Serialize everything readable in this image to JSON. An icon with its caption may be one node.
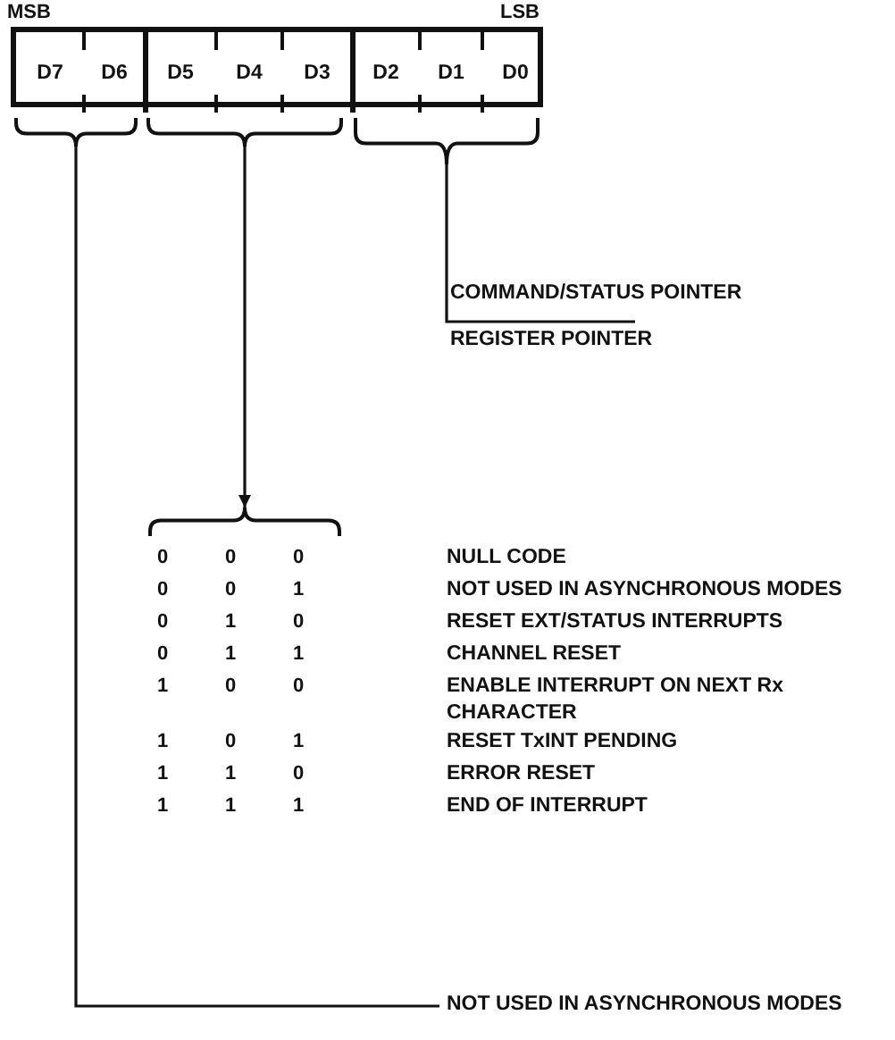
{
  "diagram": {
    "nodes": [
      {
        "text": [],
        "shape": "box"
      },
      {
        "text": [
          "D7"
        ],
        "in": 0
      },
      {
        "text": [
          "D6"
        ],
        "in": 0
      },
      {
        "text": [
          "D5"
        ],
        "in": 0
      },
      {
        "text": [
          "D4"
        ],
        "in": 0
      },
      {
        "text": [
          "D3"
        ],
        "in": 0
      },
      {
        "text": [
          "D2"
        ],
        "in": 0
      },
      {
        "text": [
          "D1"
        ],
        "in": 0
      },
      {
        "text": [
          "D0"
        ],
        "in": 0
      },
      {
        "text": [],
        "shape": "bracket"
      },
      {
        "text": [],
        "shape": "bracket"
      },
      {
        "text": [],
        "shape": "bracket"
      },
      {
        "text": [],
        "shape": "bracket"
      },
      {
        "text": [
          "COMMAND/STATUS POINTER"
        ]
      },
      {
        "text": [
          "REGISTER POINTER"
        ]
      },
      {
        "text": [
          "NOT USED IN ASYNCHRONOUS MODES"
        ]
      }
    ],
    "edges": [
      {
        "from": 11,
        "to": 13,
        "arrow": "none"
      },
      {
        "from": 10,
        "to": 12,
        "arrow": "to"
      },
      {
        "from": 9,
        "to": 15,
        "arrow": "none"
      }
    ],
    "labels": [
      "MSB",
      "LSB",
      "0",
      "0",
      "0",
      "NULL CODE",
      "0",
      "0",
      "1",
      "NOT USED IN ASYNCHRONOUS MODES",
      "0",
      "1",
      "0",
      "RESET EXT/STATUS INTERRUPTS",
      "0",
      "1",
      "1",
      "CHANNEL RESET",
      "1",
      "0",
      "0",
      "ENABLE INTERRUPT ON NEXT Rx CHARACTER",
      "1",
      "0",
      "1",
      "RESET TxINT PENDING",
      "1",
      "1",
      "0",
      "ERROR RESET",
      "1",
      "1",
      "1",
      "END OF INTERRUPT"
    ]
  }
}
